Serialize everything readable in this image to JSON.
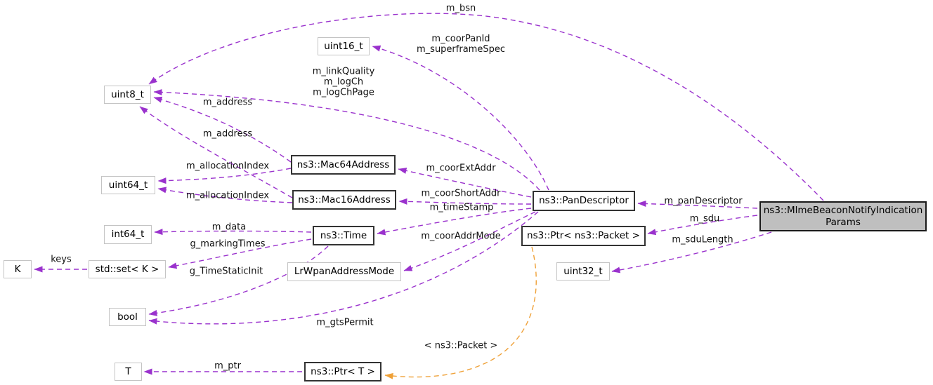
{
  "colors": {
    "edge": "#9a32cd",
    "template_edge": "#efa138",
    "main_fill": "#bfbfbf"
  },
  "nodes": [
    {
      "label": "uint16_t"
    },
    {
      "label": "uint8_t"
    },
    {
      "label": "uint64_t"
    },
    {
      "label": "int64_t"
    },
    {
      "label": "K"
    },
    {
      "label": "std::set< K >"
    },
    {
      "label": "bool"
    },
    {
      "label": "T"
    },
    {
      "label": "ns3::Mac64Address"
    },
    {
      "label": "ns3::Mac16Address"
    },
    {
      "label": "ns3::Time"
    },
    {
      "label": "LrWpanAddressMode"
    },
    {
      "label": "ns3::Ptr< T >"
    },
    {
      "label": "ns3::PanDescriptor"
    },
    {
      "label": "ns3::Ptr< ns3::Packet >"
    },
    {
      "label": "uint32_t"
    },
    {
      "label": "ns3::MlmeBeaconNotifyIndication\nParams"
    }
  ],
  "edge_labels": [
    {
      "text": "m_bsn"
    },
    {
      "text": "m_coorPanId\nm_superframeSpec"
    },
    {
      "text": "m_linkQuality\nm_logCh\nm_logChPage"
    },
    {
      "text": "m_address"
    },
    {
      "text": "m_address"
    },
    {
      "text": "m_allocationIndex"
    },
    {
      "text": "m_allocationIndex"
    },
    {
      "text": "m_coorExtAddr"
    },
    {
      "text": "m_coorShortAddr"
    },
    {
      "text": "m_timeStamp"
    },
    {
      "text": "m_coorAddrMode"
    },
    {
      "text": "m_data"
    },
    {
      "text": "g_markingTimes"
    },
    {
      "text": "keys"
    },
    {
      "text": "g_TimeStaticInit"
    },
    {
      "text": "m_gtsPermit"
    },
    {
      "text": "m_panDescriptor"
    },
    {
      "text": "m_sdu"
    },
    {
      "text": "m_sduLength"
    },
    {
      "text": "< ns3::Packet >"
    },
    {
      "text": "m_ptr"
    }
  ]
}
